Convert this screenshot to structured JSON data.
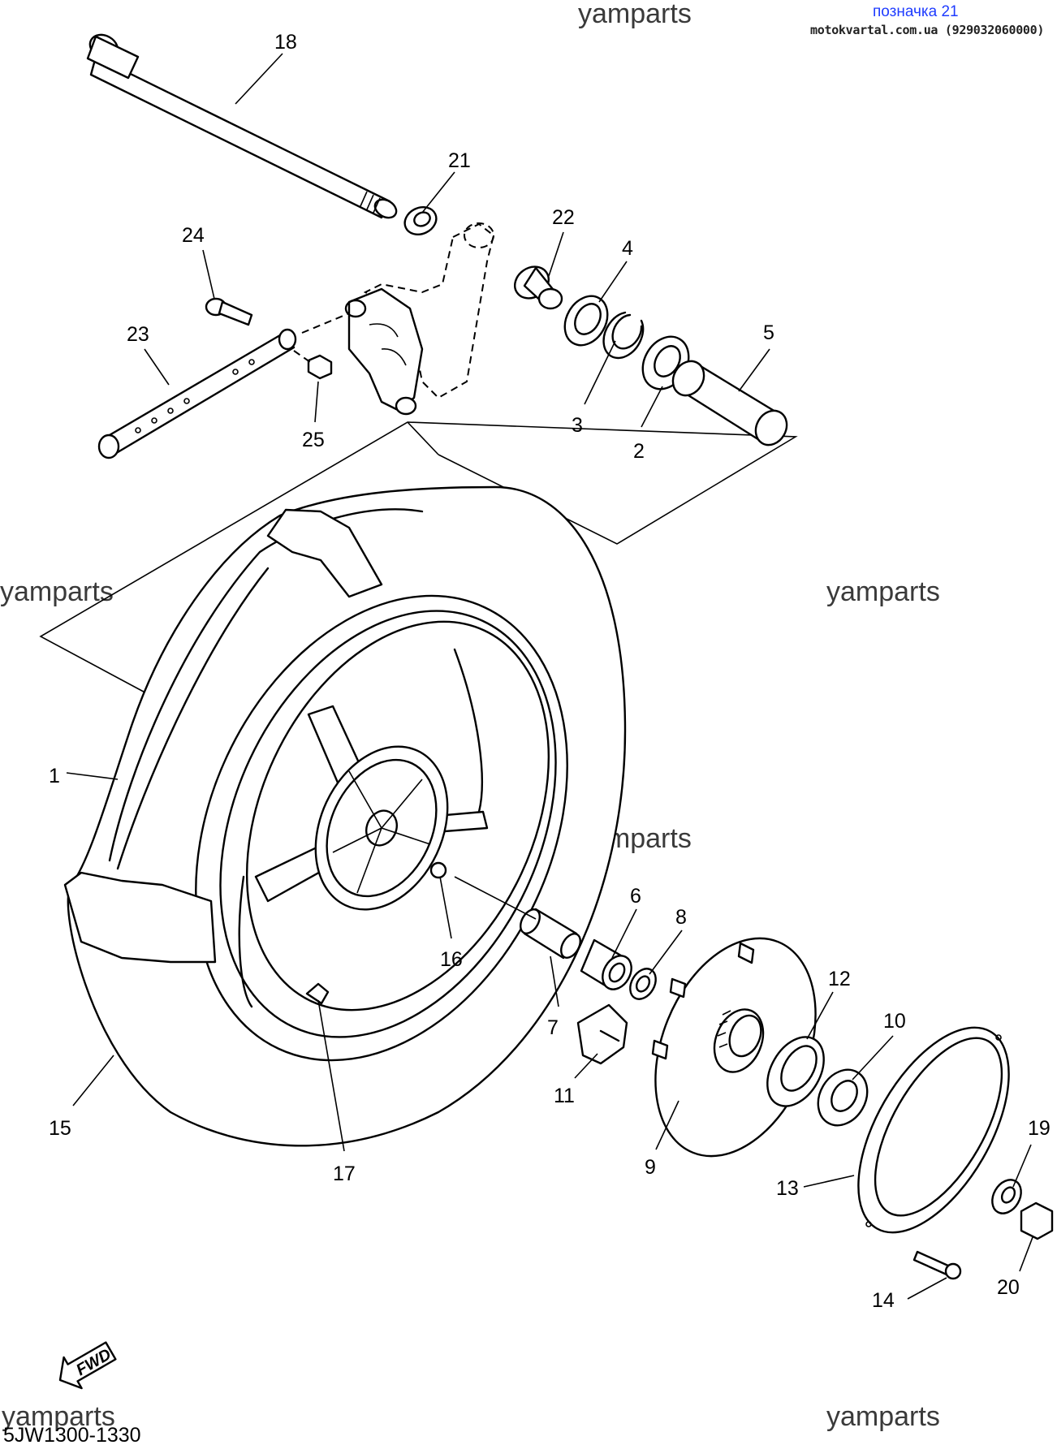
{
  "header": {
    "badge": "позначка 21",
    "site": "motokvartal.com.ua (929032060000)"
  },
  "watermarks": [
    "yamparts",
    "yamparts",
    "yamparts",
    "yamparts",
    "yamparts",
    "yamparts"
  ],
  "diagram_code": "5JW1300-1330",
  "fwd_arrow": {
    "label": "FWD"
  },
  "callouts": {
    "c1": "1",
    "c2": "2",
    "c3": "3",
    "c4": "4",
    "c5": "5",
    "c6": "6",
    "c7": "7",
    "c8": "8",
    "c9": "9",
    "c10": "10",
    "c11": "11",
    "c12": "12",
    "c13": "13",
    "c14": "14",
    "c15": "15",
    "c16": "16",
    "c17": "17",
    "c18": "18",
    "c19": "19",
    "c20": "20",
    "c21": "21",
    "c22": "22",
    "c23": "23",
    "c24": "24",
    "c25": "25"
  }
}
